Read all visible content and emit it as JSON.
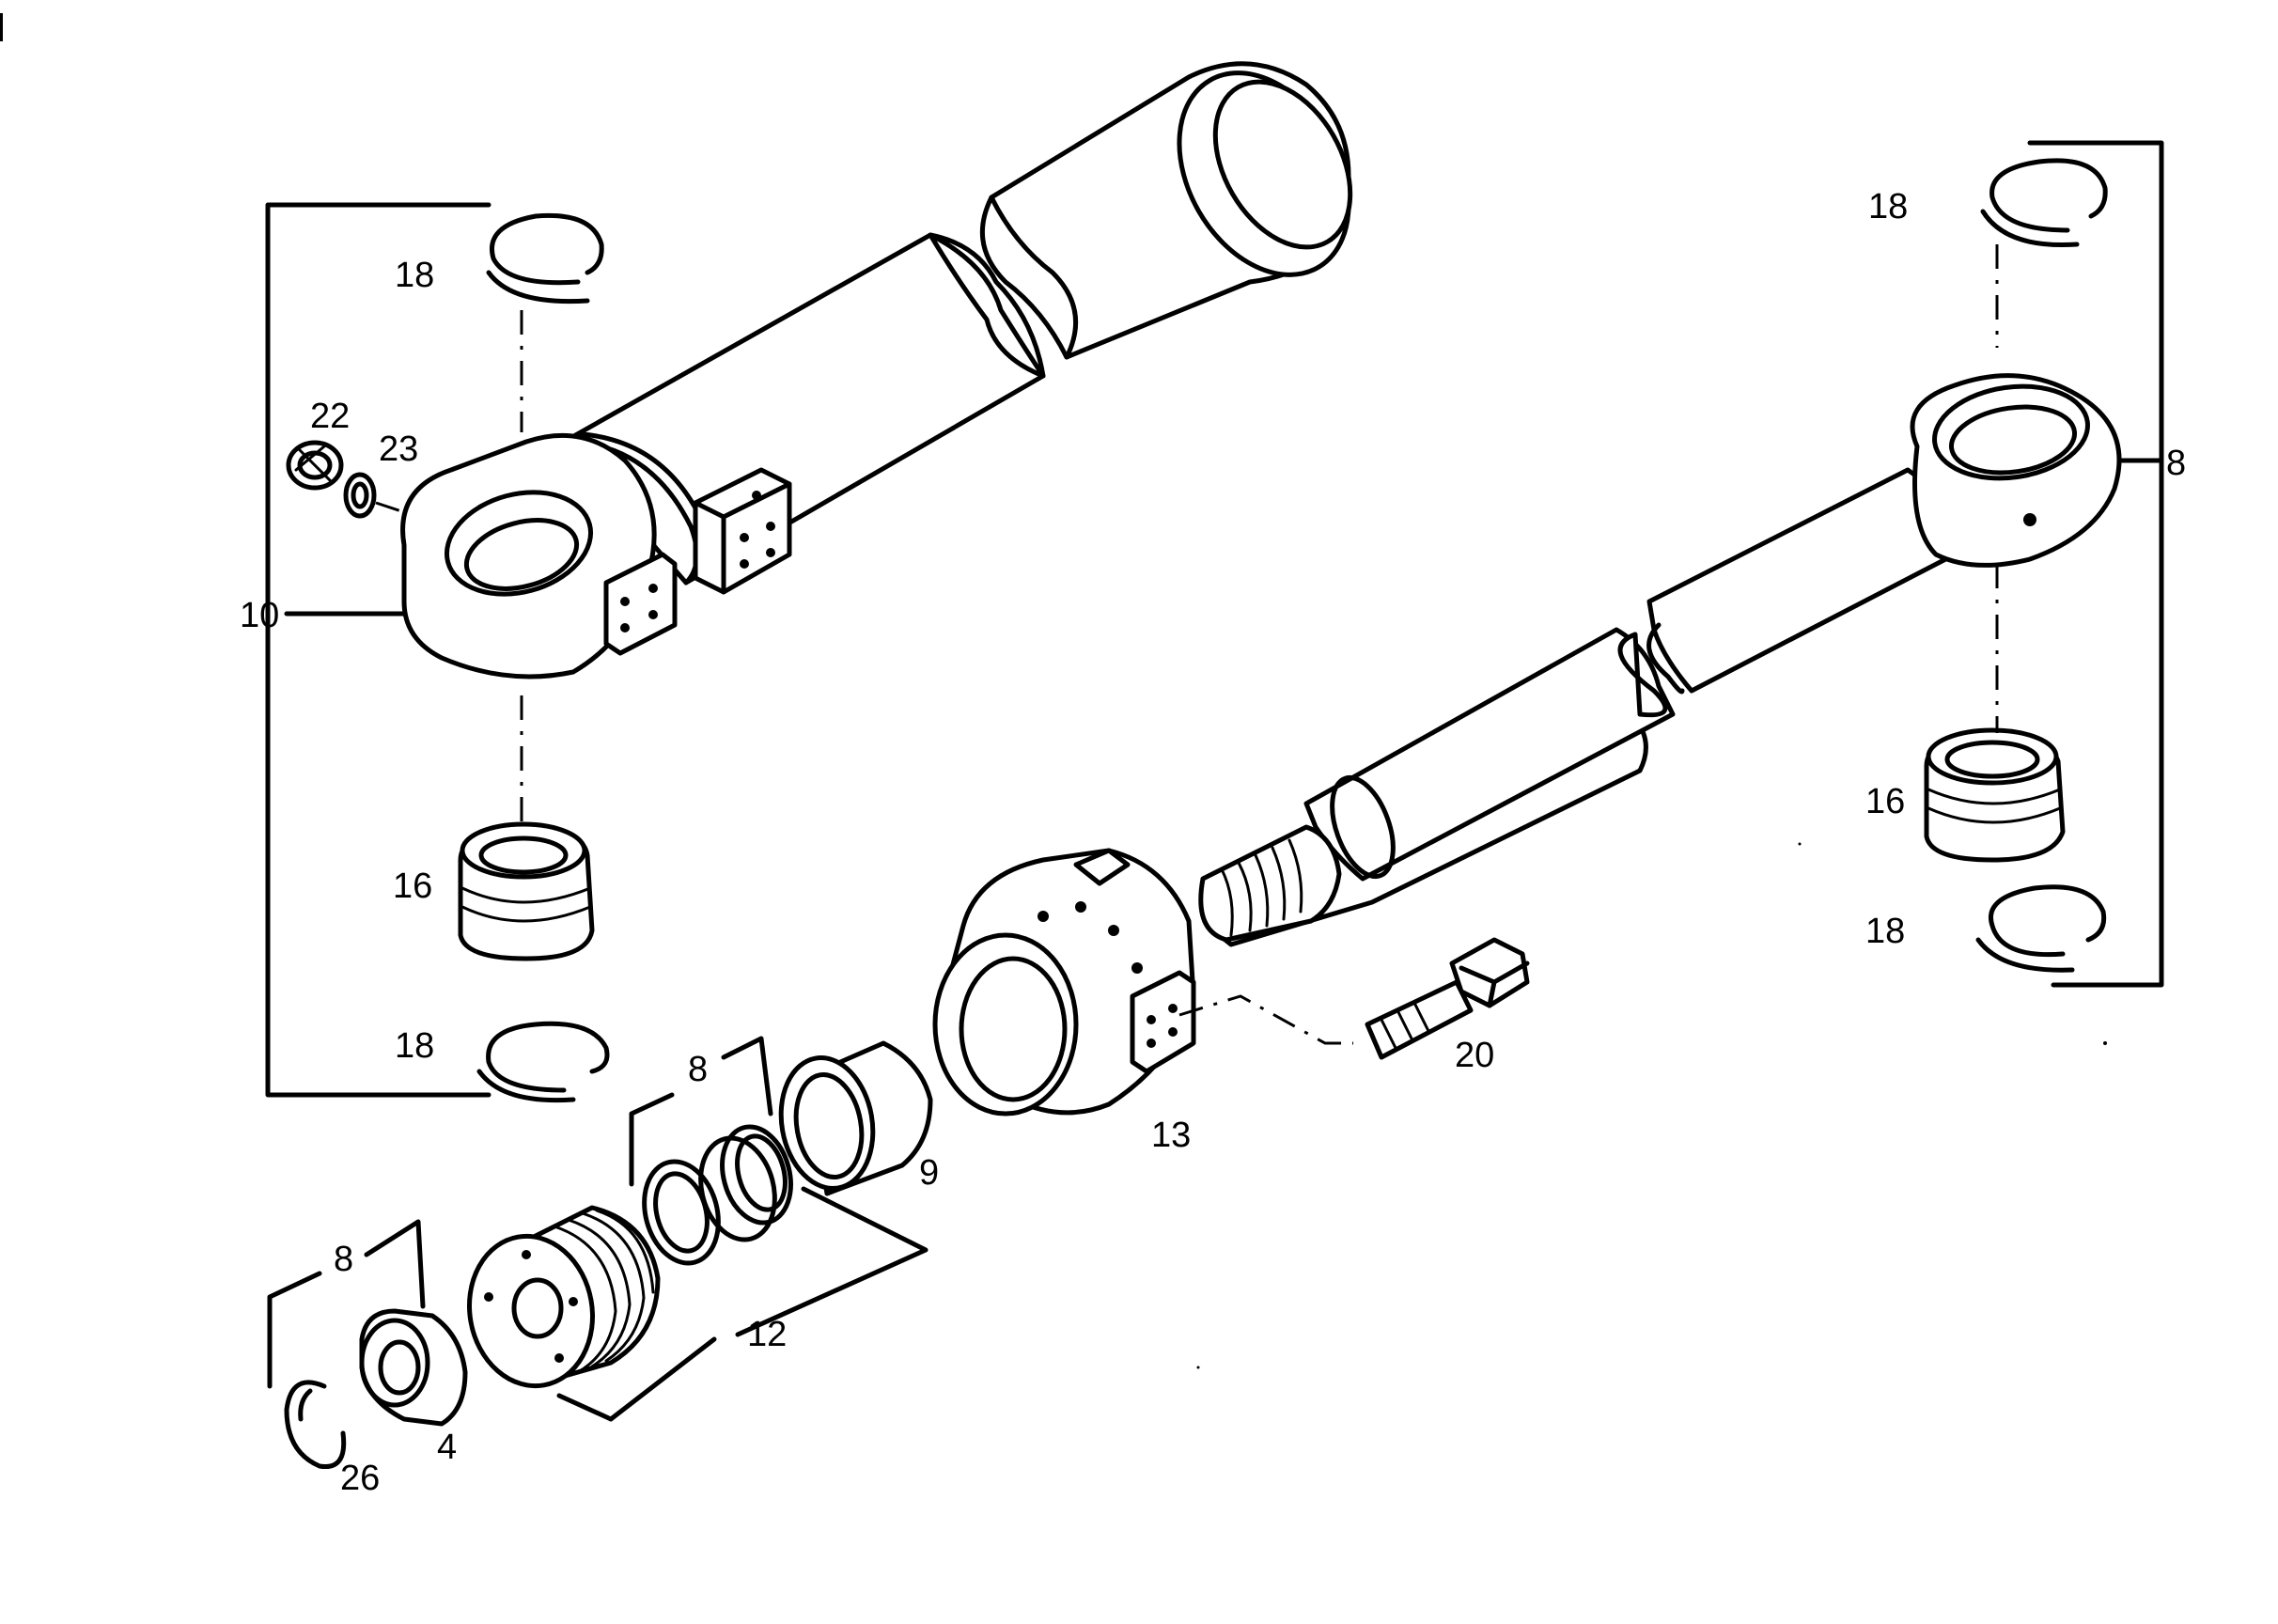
{
  "diagram": {
    "callouts": {
      "c18_left_top": "18",
      "c22": "22",
      "c23": "23",
      "c10": "10",
      "c16_left": "16",
      "c18_left_bottom": "18",
      "c8_seals": "8",
      "c9": "9",
      "c13": "13",
      "c20": "20",
      "c12": "12",
      "c8_nut": "8",
      "c4": "4",
      "c26": "26",
      "c18_right_top": "18",
      "c8_right": "8",
      "c16_right": "16",
      "c18_right_bottom": "18"
    }
  }
}
